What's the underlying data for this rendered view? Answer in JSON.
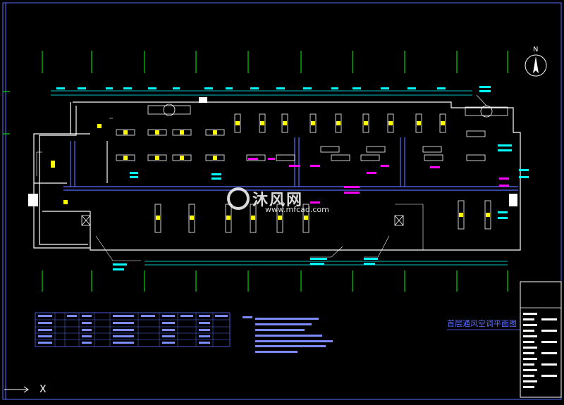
{
  "drawing": {
    "title": "首层通风空调平面图",
    "north_label": "N",
    "corner_label": "X",
    "watermark_text": "沐风网",
    "watermark_url": "www.mfcad.com"
  },
  "colors": {
    "background": "#000000",
    "wall": "#ffffff",
    "duct": "#4f6dff",
    "grid": "#00ff00",
    "dimension": "#00ffff",
    "magenta": "#ff00ff",
    "yellow": "#ffff00",
    "title_blue": "#5a6cff"
  }
}
